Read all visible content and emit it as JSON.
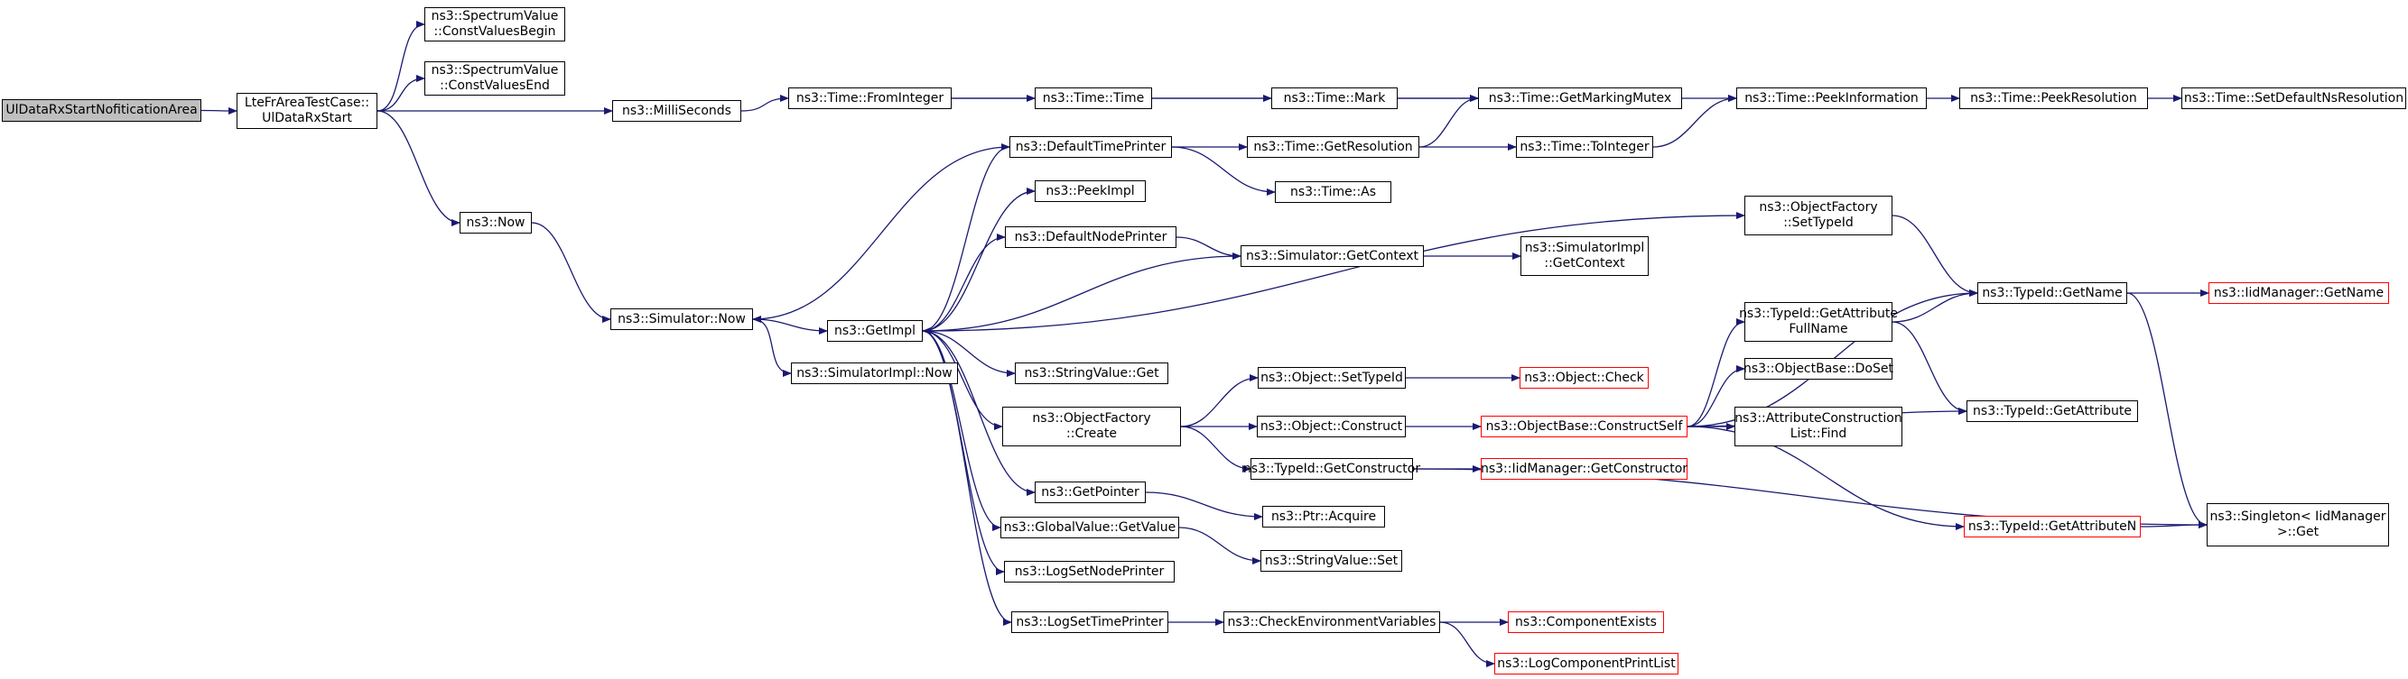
{
  "colors": {
    "edge": "#191970",
    "border_normal": "#000000",
    "border_external": "#ff0000",
    "root_fill": "#bfbfbf"
  },
  "nodes": [
    {
      "id": "root",
      "name": "node-ulDataRxStartNofiticationArea",
      "lines": [
        "UlDataRxStartNofiticationArea"
      ],
      "root": true
    },
    {
      "id": "lte",
      "name": "node-lteFrAreaTestCase-ulDataRxStart",
      "lines": [
        "LteFrAreaTestCase::",
        "UlDataRxStart"
      ]
    },
    {
      "id": "cvb",
      "name": "node-spectrumValue-constValuesBegin",
      "lines": [
        "ns3::SpectrumValue",
        "::ConstValuesBegin"
      ]
    },
    {
      "id": "cve",
      "name": "node-spectrumValue-constValuesEnd",
      "lines": [
        "ns3::SpectrumValue",
        "::ConstValuesEnd"
      ]
    },
    {
      "id": "ms",
      "name": "node-milliSeconds",
      "lines": [
        "ns3::MilliSeconds"
      ]
    },
    {
      "id": "now",
      "name": "node-now",
      "lines": [
        "ns3::Now"
      ]
    },
    {
      "id": "tfi",
      "name": "node-time-fromInteger",
      "lines": [
        "ns3::Time::FromInteger"
      ]
    },
    {
      "id": "tt",
      "name": "node-time-time",
      "lines": [
        "ns3::Time::Time"
      ]
    },
    {
      "id": "tm",
      "name": "node-time-mark",
      "lines": [
        "ns3::Time::Mark"
      ]
    },
    {
      "id": "tgmm",
      "name": "node-time-getMarkingMutex",
      "lines": [
        "ns3::Time::GetMarkingMutex"
      ]
    },
    {
      "id": "tpi",
      "name": "node-time-peekInformation",
      "lines": [
        "ns3::Time::PeekInformation"
      ]
    },
    {
      "id": "tpr",
      "name": "node-time-peekResolution",
      "lines": [
        "ns3::Time::PeekResolution"
      ]
    },
    {
      "id": "tsdnr",
      "name": "node-time-setDefaultNsResolution",
      "lines": [
        "ns3::Time::SetDefaultNsResolution"
      ]
    },
    {
      "id": "dtp",
      "name": "node-defaultTimePrinter",
      "lines": [
        "ns3::DefaultTimePrinter"
      ]
    },
    {
      "id": "tgr",
      "name": "node-time-getResolution",
      "lines": [
        "ns3::Time::GetResolution"
      ]
    },
    {
      "id": "tti",
      "name": "node-time-toInteger",
      "lines": [
        "ns3::Time::ToInteger"
      ]
    },
    {
      "id": "tas",
      "name": "node-time-as",
      "lines": [
        "ns3::Time::As"
      ]
    },
    {
      "id": "pimpl",
      "name": "node-peekImpl",
      "lines": [
        "ns3::PeekImpl"
      ]
    },
    {
      "id": "dnp",
      "name": "node-defaultNodePrinter",
      "lines": [
        "ns3::DefaultNodePrinter"
      ]
    },
    {
      "id": "sgc",
      "name": "node-simulator-getContext",
      "lines": [
        "ns3::Simulator::GetContext"
      ]
    },
    {
      "id": "sigc",
      "name": "node-simulatorImpl-getContext",
      "lines": [
        "ns3::SimulatorImpl",
        "::GetContext"
      ]
    },
    {
      "id": "ofst",
      "name": "node-objectFactory-setTypeId",
      "lines": [
        "ns3::ObjectFactory",
        "::SetTypeId"
      ]
    },
    {
      "id": "tign",
      "name": "node-typeId-getName",
      "lines": [
        "ns3::TypeId::GetName"
      ]
    },
    {
      "id": "iigetname",
      "name": "node-iidManager-getName",
      "lines": [
        "ns3::IidManager::GetName"
      ],
      "external": true
    },
    {
      "id": "snow",
      "name": "node-simulator-now",
      "lines": [
        "ns3::Simulator::Now"
      ]
    },
    {
      "id": "gimpl",
      "name": "node-getImpl",
      "lines": [
        "ns3::GetImpl"
      ]
    },
    {
      "id": "sinow",
      "name": "node-simulatorImpl-now",
      "lines": [
        "ns3::SimulatorImpl::Now"
      ]
    },
    {
      "id": "svget",
      "name": "node-stringValue-get",
      "lines": [
        "ns3::StringValue::Get"
      ]
    },
    {
      "id": "ofc",
      "name": "node-objectFactory-create",
      "lines": [
        "ns3::ObjectFactory",
        "::Create"
      ]
    },
    {
      "id": "ost",
      "name": "node-object-setTypeId",
      "lines": [
        "ns3::Object::SetTypeId"
      ]
    },
    {
      "id": "ochk",
      "name": "node-object-check",
      "lines": [
        "ns3::Object::Check"
      ],
      "external": true
    },
    {
      "id": "ocons",
      "name": "node-object-construct",
      "lines": [
        "ns3::Object::Construct"
      ]
    },
    {
      "id": "obcs",
      "name": "node-objectBase-constructSelf",
      "lines": [
        "ns3::ObjectBase::ConstructSelf"
      ],
      "external": true
    },
    {
      "id": "tigafn",
      "name": "node-typeId-getAttributeFullName",
      "lines": [
        "ns3::TypeId::GetAttribute",
        "FullName"
      ]
    },
    {
      "id": "obds",
      "name": "node-objectBase-doSet",
      "lines": [
        "ns3::ObjectBase::DoSet"
      ]
    },
    {
      "id": "aclf",
      "name": "node-attributeConstructionList-find",
      "lines": [
        "ns3::AttributeConstruction",
        "List::Find"
      ]
    },
    {
      "id": "tiga",
      "name": "node-typeId-getAttribute",
      "lines": [
        "ns3::TypeId::GetAttribute"
      ]
    },
    {
      "id": "tigc",
      "name": "node-typeId-getConstructor",
      "lines": [
        "ns3::TypeId::GetConstructor"
      ]
    },
    {
      "id": "iigc",
      "name": "node-iidManager-getConstructor",
      "lines": [
        "ns3::IidManager::GetConstructor"
      ],
      "external": true
    },
    {
      "id": "tigan",
      "name": "node-typeId-getAttributeN",
      "lines": [
        "ns3::TypeId::GetAttributeN"
      ],
      "external": true
    },
    {
      "id": "sing",
      "name": "node-singleton-iidManager-get",
      "lines": [
        "ns3::Singleton< IidManager",
        ">::Get"
      ]
    },
    {
      "id": "gptr",
      "name": "node-getPointer",
      "lines": [
        "ns3::GetPointer"
      ]
    },
    {
      "id": "pacq",
      "name": "node-ptr-acquire",
      "lines": [
        "ns3::Ptr::Acquire"
      ]
    },
    {
      "id": "gvgv",
      "name": "node-globalValue-getValue",
      "lines": [
        "ns3::GlobalValue::GetValue"
      ]
    },
    {
      "id": "svset",
      "name": "node-stringValue-set",
      "lines": [
        "ns3::StringValue::Set"
      ]
    },
    {
      "id": "lsnp",
      "name": "node-logSetNodePrinter",
      "lines": [
        "ns3::LogSetNodePrinter"
      ]
    },
    {
      "id": "lstp",
      "name": "node-logSetTimePrinter",
      "lines": [
        "ns3::LogSetTimePrinter"
      ]
    },
    {
      "id": "cev",
      "name": "node-checkEnvironmentVariables",
      "lines": [
        "ns3::CheckEnvironmentVariables"
      ]
    },
    {
      "id": "cex",
      "name": "node-componentExists",
      "lines": [
        "ns3::ComponentExists"
      ],
      "external": true
    },
    {
      "id": "lcpl",
      "name": "node-logComponentPrintList",
      "lines": [
        "ns3::LogComponentPrintList"
      ],
      "external": true
    }
  ],
  "edges": [
    [
      "root",
      "lte"
    ],
    [
      "lte",
      "cvb"
    ],
    [
      "lte",
      "cve"
    ],
    [
      "lte",
      "ms"
    ],
    [
      "lte",
      "now"
    ],
    [
      "ms",
      "tfi"
    ],
    [
      "tfi",
      "tt"
    ],
    [
      "tfi",
      "tpi"
    ],
    [
      "tt",
      "tm"
    ],
    [
      "tm",
      "tgmm"
    ],
    [
      "tpi",
      "tpr"
    ],
    [
      "tpr",
      "tsdnr"
    ],
    [
      "now",
      "snow"
    ],
    [
      "snow",
      "gimpl"
    ],
    [
      "snow",
      "sinow"
    ],
    [
      "gimpl",
      "dtp"
    ],
    [
      "dtp",
      "snow"
    ],
    [
      "dtp",
      "tgr"
    ],
    [
      "dtp",
      "tas"
    ],
    [
      "tgr",
      "tgmm"
    ],
    [
      "tgr",
      "tti"
    ],
    [
      "tti",
      "tpi"
    ],
    [
      "gimpl",
      "pimpl"
    ],
    [
      "gimpl",
      "dnp"
    ],
    [
      "dnp",
      "sgc"
    ],
    [
      "sgc",
      "sigc"
    ],
    [
      "sgc",
      "gimpl"
    ],
    [
      "gimpl",
      "ofst"
    ],
    [
      "ofst",
      "tign"
    ],
    [
      "tign",
      "iigetname"
    ],
    [
      "tign",
      "sing"
    ],
    [
      "gimpl",
      "svget"
    ],
    [
      "gimpl",
      "ofc"
    ],
    [
      "ofc",
      "ost"
    ],
    [
      "ofc",
      "ocons"
    ],
    [
      "ofc",
      "tigc"
    ],
    [
      "ost",
      "ochk"
    ],
    [
      "ocons",
      "obcs"
    ],
    [
      "obcs",
      "tign"
    ],
    [
      "obcs",
      "tigafn"
    ],
    [
      "obcs",
      "obds"
    ],
    [
      "obcs",
      "aclf"
    ],
    [
      "obcs",
      "tiga"
    ],
    [
      "obcs",
      "tigan"
    ],
    [
      "tigafn",
      "tign"
    ],
    [
      "tigafn",
      "tiga"
    ],
    [
      "tigan",
      "sing"
    ],
    [
      "tigc",
      "iigc"
    ],
    [
      "tigc",
      "sing"
    ],
    [
      "gimpl",
      "gptr"
    ],
    [
      "gptr",
      "pacq"
    ],
    [
      "gimpl",
      "gvgv"
    ],
    [
      "gvgv",
      "svset"
    ],
    [
      "gimpl",
      "lsnp"
    ],
    [
      "gimpl",
      "lstp"
    ],
    [
      "lstp",
      "cev"
    ],
    [
      "cev",
      "cex"
    ],
    [
      "cev",
      "lcpl"
    ]
  ]
}
